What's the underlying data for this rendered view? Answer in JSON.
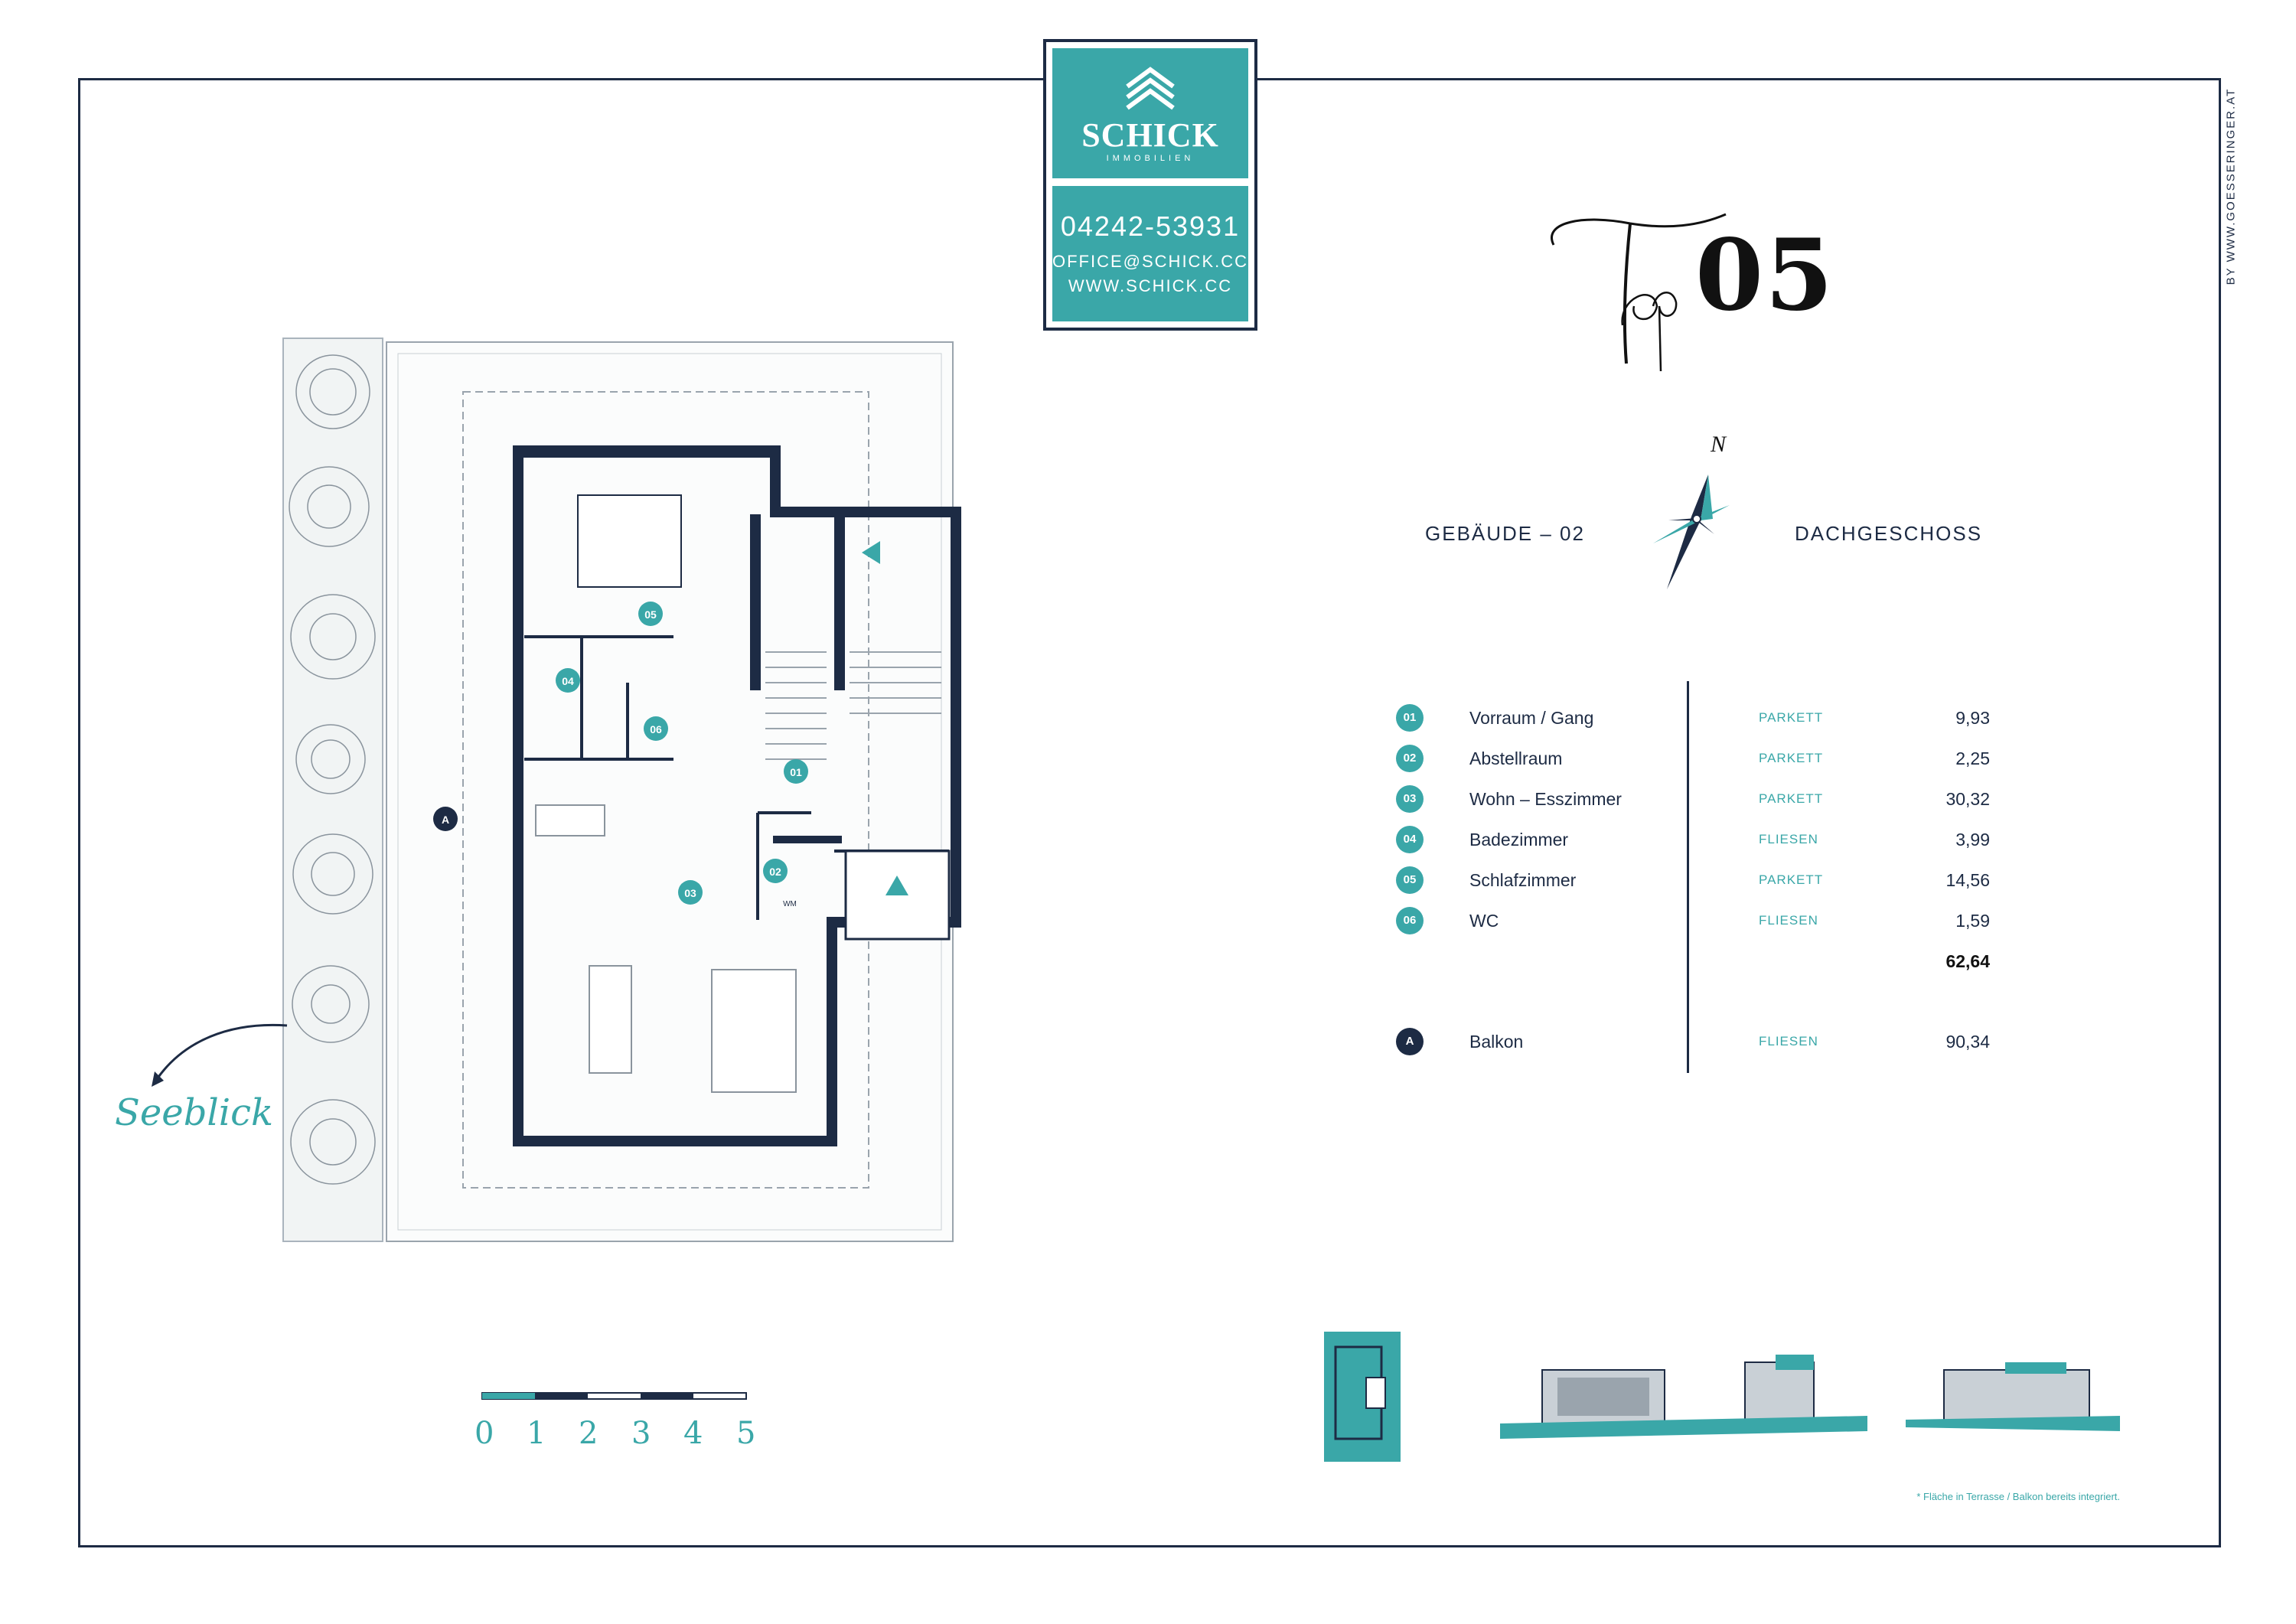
{
  "brand": {
    "name": "SCHICK",
    "subtitle": "IMMOBILIEN",
    "phone": "04242-53931",
    "email": "OFFICE@SCHICK.CC",
    "website": "WWW.SCHICK.CC"
  },
  "credit": "BY WWW.GOESSERINGER.AT",
  "unit": {
    "prefix": "Top",
    "number": "05",
    "building": "GEBÄUDE – 02",
    "floor": "DACHGESCHOSS"
  },
  "compass_label": "N",
  "rooms": [
    {
      "id": "01",
      "name": "Vorraum / Gang",
      "flooring": "PARKETT",
      "area": "9,93"
    },
    {
      "id": "02",
      "name": "Abstellraum",
      "flooring": "PARKETT",
      "area": "2,25"
    },
    {
      "id": "03",
      "name": "Wohn – Esszimmer",
      "flooring": "PARKETT",
      "area": "30,32"
    },
    {
      "id": "04",
      "name": "Badezimmer",
      "flooring": "FLIESEN",
      "area": "3,99"
    },
    {
      "id": "05",
      "name": "Schlafzimmer",
      "flooring": "PARKETT",
      "area": "14,56"
    },
    {
      "id": "06",
      "name": "WC",
      "flooring": "FLIESEN",
      "area": "1,59"
    }
  ],
  "total_area": "62,64",
  "outdoor": {
    "id": "A",
    "name": "Balkon",
    "flooring": "FLIESEN",
    "area": "90,34"
  },
  "plan_labels": {
    "r01": "01",
    "r02": "02",
    "r03": "03",
    "r04": "04",
    "r05": "05",
    "r06": "06",
    "rA": "A",
    "wm": "WM",
    "view": "Seeblick"
  },
  "scale_labels": [
    "0",
    "1",
    "2",
    "3",
    "4",
    "5"
  ],
  "footnote": "* Fläche in Terrasse / Balkon bereits integriert.",
  "colors": {
    "teal": "#3aa7a8",
    "navy": "#1d2b44"
  }
}
